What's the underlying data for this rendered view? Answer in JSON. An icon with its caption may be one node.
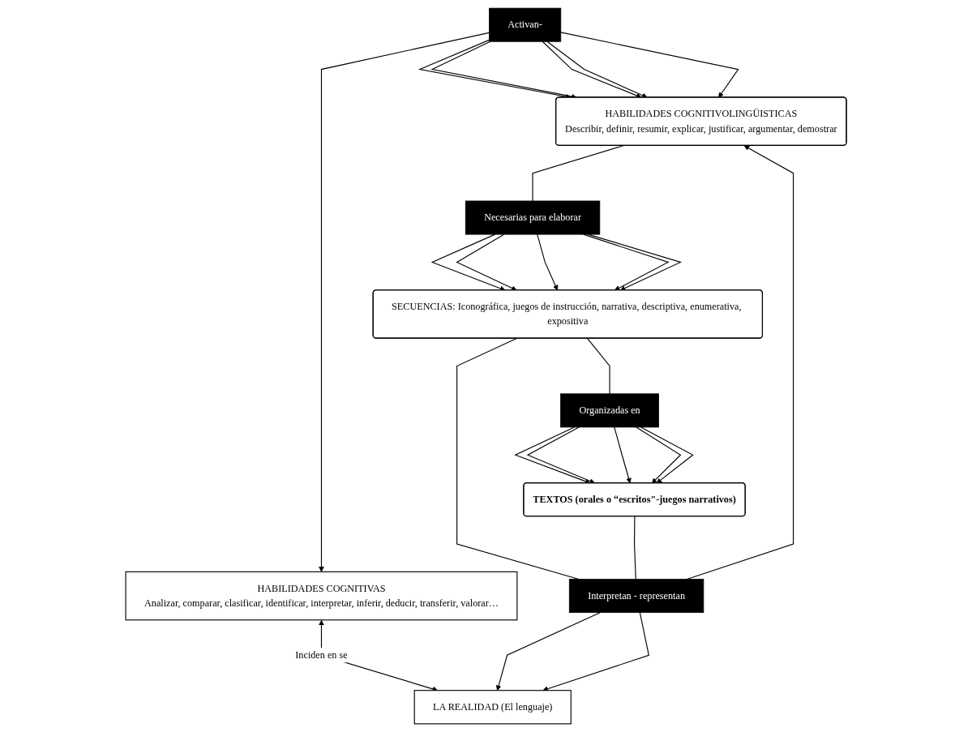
{
  "diagram": {
    "nodes": [
      {
        "text": [
          "HABILIDADES COGNITIVAS",
          "Analizar, comparar, clasificar, identificar, interpretar, inferir, deducir, transferir, valorar…"
        ]
      },
      {
        "text": [
          "LA REALIDAD (El lenguaje)"
        ]
      },
      {
        "text": [
          "Activan-"
        ]
      },
      {
        "text": [
          "Interpretan - representan"
        ]
      },
      {
        "text": [
          "HABILIDADES COGNITIVOLINGÜISTICAS",
          "Describir, definir, resumir, explicar, justificar, argumentar, demostrar"
        ]
      },
      {
        "text": [
          "Necesarias para elaborar"
        ]
      },
      {
        "text": [
          "SECUENCIAS: Iconográfica, juegos de instrucción, narrativa, descriptiva, enumerativa, expositiva"
        ]
      },
      {
        "text": [
          "Organizadas en"
        ]
      },
      {
        "text": [
          "TEXTOS (orales o “escritos\"-juegos narrativos)"
        ]
      }
    ],
    "edges": [
      {
        "from": 0,
        "to": 1,
        "arrow": "both",
        "label": "Inciden en se"
      },
      {
        "from": 2,
        "to": 0,
        "arrow": "to"
      },
      {
        "from": 2,
        "to": 4,
        "arrow": "to"
      },
      {
        "from": 2,
        "to": 4,
        "arrow": "to"
      },
      {
        "from": 2,
        "to": 4,
        "arrow": "to"
      },
      {
        "from": 2,
        "to": 4,
        "arrow": "to"
      },
      {
        "from": 2,
        "to": 4,
        "arrow": "to"
      },
      {
        "from": 3,
        "to": 1,
        "arrow": "to"
      },
      {
        "from": 3,
        "to": 4,
        "arrow": "to"
      },
      {
        "from": 3,
        "to": 1,
        "arrow": "to"
      },
      {
        "from": 4,
        "to": 5,
        "arrow": "none"
      },
      {
        "from": 5,
        "to": 6,
        "arrow": "to"
      },
      {
        "from": 5,
        "to": 6,
        "arrow": "to"
      },
      {
        "from": 5,
        "to": 6,
        "arrow": "to"
      },
      {
        "from": 5,
        "to": 6,
        "arrow": "to"
      },
      {
        "from": 5,
        "to": 6,
        "arrow": "to"
      },
      {
        "from": 6,
        "to": 3,
        "arrow": "none"
      },
      {
        "from": 6,
        "to": 7,
        "arrow": "none"
      },
      {
        "from": 7,
        "to": 8,
        "arrow": "to"
      },
      {
        "from": 7,
        "to": 8,
        "arrow": "to"
      },
      {
        "from": 7,
        "to": 8,
        "arrow": "to"
      },
      {
        "from": 7,
        "to": 8,
        "arrow": "to"
      },
      {
        "from": 7,
        "to": 8,
        "arrow": "to"
      },
      {
        "from": 8,
        "to": 3,
        "arrow": "none"
      }
    ]
  }
}
